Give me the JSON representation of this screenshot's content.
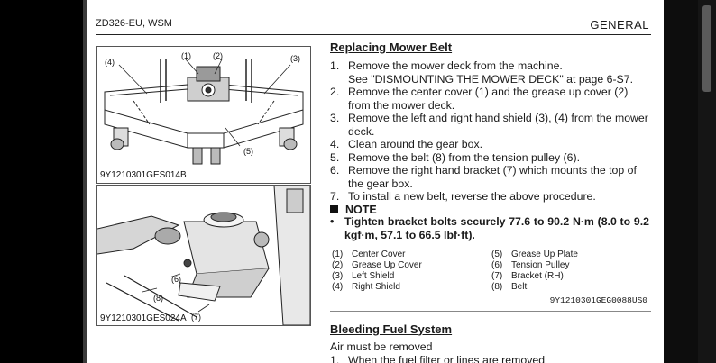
{
  "header": {
    "model": "ZD326-EU, WSM",
    "section": "GENERAL"
  },
  "figure1": {
    "code": "9Y1210301GES014B",
    "callouts": [
      "(1)",
      "(2)",
      "(3)",
      "(4)",
      "(5)"
    ]
  },
  "figure2": {
    "code": "9Y1210301GES024A",
    "callouts": [
      "(6)",
      "(7)",
      "(8)"
    ]
  },
  "replacing": {
    "title": "Replacing Mower Belt",
    "steps": [
      {
        "num": "1.",
        "text": "Remove the mower deck from the machine."
      },
      {
        "num": "",
        "text": "See \"DISMOUNTING THE MOWER DECK\" at page 6-S7."
      },
      {
        "num": "2.",
        "text": "Remove the center cover (1) and the grease up cover (2) from the mower deck."
      },
      {
        "num": "3.",
        "text": "Remove the left and right hand shield (3), (4) from the mower deck."
      },
      {
        "num": "4.",
        "text": "Clean around the gear box."
      },
      {
        "num": "5.",
        "text": "Remove the belt (8) from the tension pulley (6)."
      },
      {
        "num": "6.",
        "text": "Remove the right hand bracket (7) which mounts the top of the gear box."
      },
      {
        "num": "7.",
        "text": "To install a new belt, reverse the above procedure."
      }
    ],
    "note_label": "NOTE",
    "note_bullet": "•",
    "note_text": "Tighten bracket bolts securely 77.6 to 90.2 N·m (8.0 to 9.2 kgf·m, 57.1 to 66.5 lbf·ft).",
    "legend_left": [
      {
        "num": "(1)",
        "label": "Center Cover"
      },
      {
        "num": "(2)",
        "label": "Grease Up Cover"
      },
      {
        "num": "(3)",
        "label": "Left Shield"
      },
      {
        "num": "(4)",
        "label": "Right Shield"
      }
    ],
    "legend_right": [
      {
        "num": "(5)",
        "label": "Grease Up Plate"
      },
      {
        "num": "(6)",
        "label": "Tension Pulley"
      },
      {
        "num": "(7)",
        "label": "Bracket (RH)"
      },
      {
        "num": "(8)",
        "label": "Belt"
      }
    ],
    "doc_code": "9Y1210301GEG0088US0"
  },
  "bleeding": {
    "title": "Bleeding Fuel System",
    "line1": "Air must be removed",
    "line2_num": "1.",
    "line2_text": "When the fuel filter or lines are removed"
  }
}
